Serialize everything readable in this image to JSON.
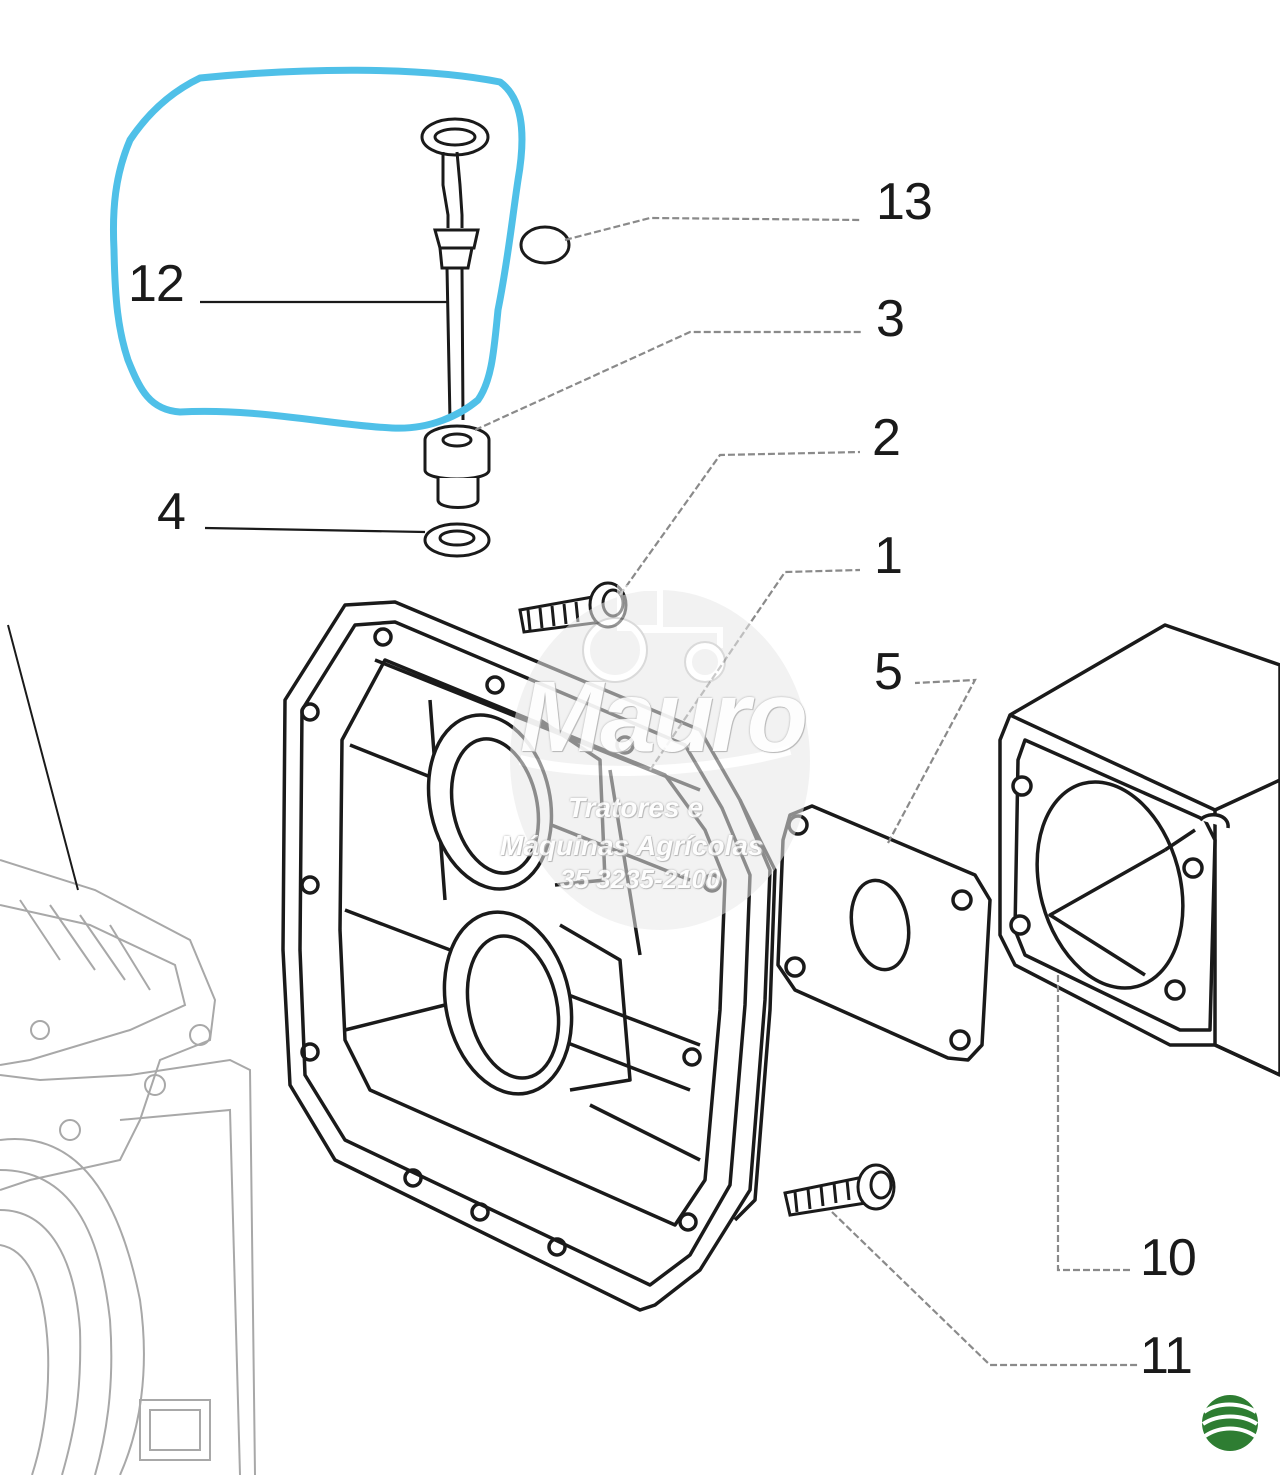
{
  "callouts": [
    {
      "id": "12",
      "label": "12"
    },
    {
      "id": "13",
      "label": "13"
    },
    {
      "id": "3",
      "label": "3"
    },
    {
      "id": "2",
      "label": "2"
    },
    {
      "id": "4",
      "label": "4"
    },
    {
      "id": "1",
      "label": "1"
    },
    {
      "id": "5",
      "label": "5"
    },
    {
      "id": "10",
      "label": "10"
    },
    {
      "id": "11",
      "label": "11"
    }
  ],
  "watermark": {
    "brand": "Mauro",
    "line1": "Tratores e",
    "line2": "Máquinas Agrícolas",
    "phone": "35 3235-2100",
    "logo_icon": "tractor-icon"
  },
  "corner_logo_icon": "wave-globe-icon",
  "colors": {
    "highlight": "#4fc0e8",
    "ink": "#1a1a1a",
    "ghost_ink": "#9a9a9a",
    "leader": "#8a8a8a",
    "corner_logo": "#2e7d32"
  }
}
